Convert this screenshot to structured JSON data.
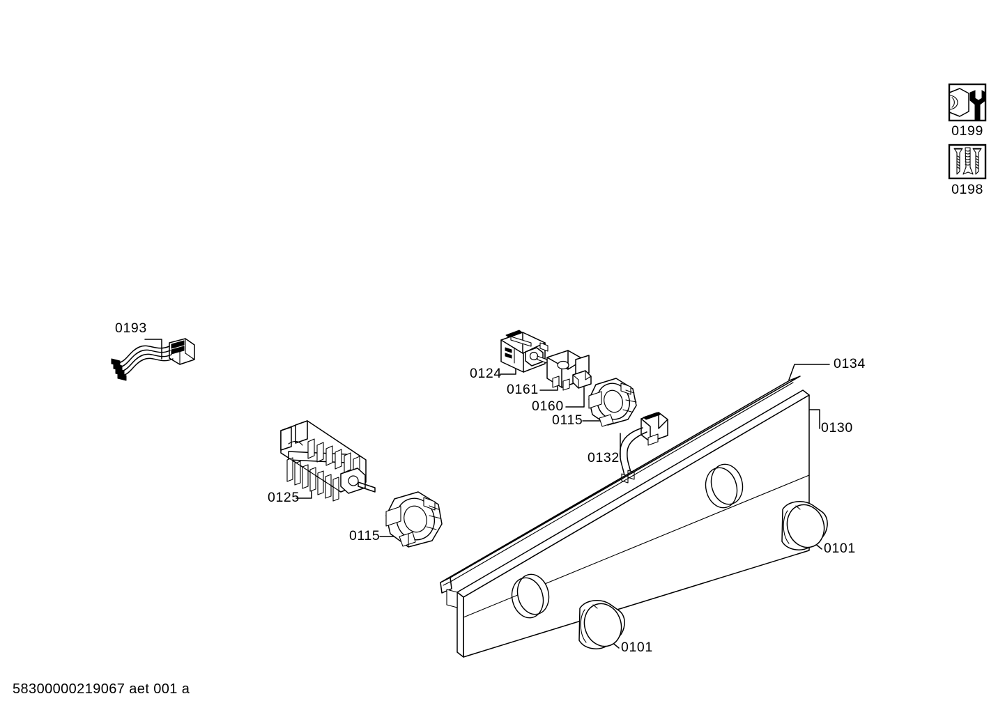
{
  "document": {
    "type": "exploded-parts-diagram",
    "subject": "Appliance control panel assembly",
    "footer_code": "58300000219067 aet 001 a",
    "background_color": "#ffffff",
    "line_color": "#000000"
  },
  "icons": [
    {
      "id": "0199",
      "caption": "0199",
      "icon_name": "nut-and-wrench-icon",
      "description": "Hex nut with open-end wrench"
    },
    {
      "id": "0198",
      "caption": "0198",
      "icon_name": "screws-and-anchor-icon",
      "description": "Two flat head screws flanking a wall anchor"
    }
  ],
  "parts": [
    {
      "number": "0193",
      "label": "0193",
      "icon_name": "wire-harness-icon",
      "description": "Four-lead wiring harness with connector block"
    },
    {
      "number": "0125",
      "label": "0125",
      "icon_name": "terminal-block-icon",
      "description": "Multi-terminal connector / switch block"
    },
    {
      "number": "0115",
      "label": "0115",
      "icon_name": "knob-bezel-ring-icon",
      "description": "Knob bezel retaining ring (lower left)"
    },
    {
      "number": "0124",
      "label": "0124",
      "icon_name": "energy-regulator-icon",
      "description": "Energy regulator / rotary switch body"
    },
    {
      "number": "0161",
      "label": "0161",
      "icon_name": "mounting-bracket-icon",
      "description": "Switch mounting bracket"
    },
    {
      "number": "0160",
      "label": "0160",
      "icon_name": "retaining-clip-icon",
      "description": "Small retaining clip"
    },
    {
      "number": "0115",
      "label": "0115",
      "icon_name": "knob-bezel-ring-icon",
      "description": "Knob bezel retaining ring (upper)"
    },
    {
      "number": "0132",
      "label": "0132",
      "icon_name": "indicator-lamp-icon",
      "description": "Indicator lamp with two lead wires"
    },
    {
      "number": "0134",
      "label": "0134",
      "icon_name": "trim-strip-icon",
      "description": "Decorative trim strip / profile rail"
    },
    {
      "number": "0130",
      "label": "0130",
      "icon_name": "control-panel-fascia-icon",
      "description": "Control panel fascia with two knob apertures"
    },
    {
      "number": "0101",
      "label": "0101",
      "icon_name": "control-knob-icon",
      "description": "Control knob (right)"
    },
    {
      "number": "0101",
      "label": "0101",
      "icon_name": "control-knob-icon",
      "description": "Control knob (lower)"
    }
  ],
  "callouts": {
    "p0193": "0193",
    "p0125": "0125",
    "p0115_lower": "0115",
    "p0124": "0124",
    "p0161": "0161",
    "p0160": "0160",
    "p0115_upper": "0115",
    "p0132": "0132",
    "p0134": "0134",
    "p0130": "0130",
    "p0101_right": "0101",
    "p0101_lower": "0101",
    "i0199": "0199",
    "i0198": "0198"
  }
}
